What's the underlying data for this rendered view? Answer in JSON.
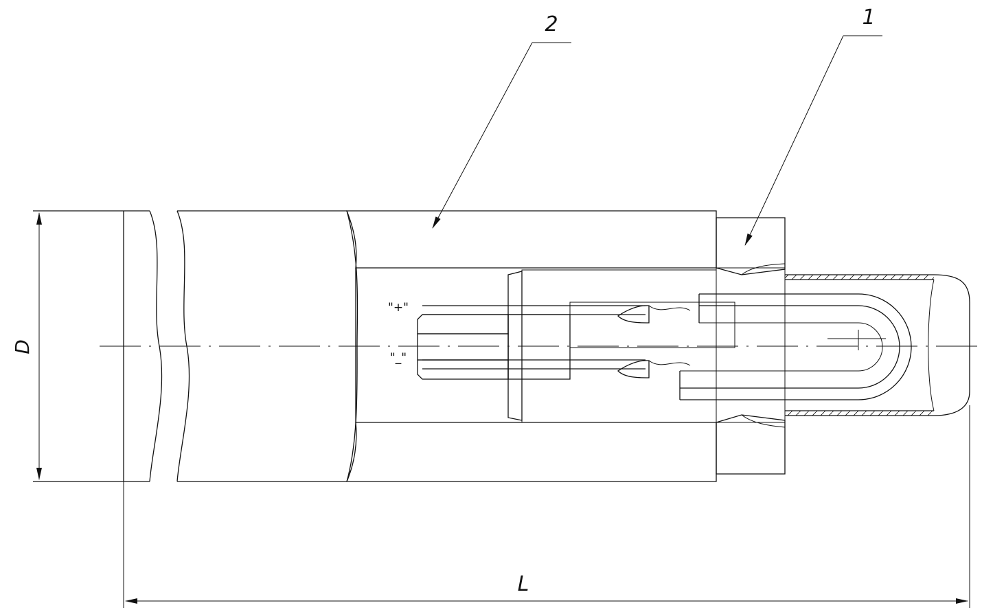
{
  "callouts": {
    "part_1": "1",
    "part_2": "2"
  },
  "dimensions": {
    "diameter": "D",
    "length": "L"
  },
  "polarity": {
    "positive": "\"+\"",
    "negative": "\"_\""
  },
  "colors": {
    "line": "#111111",
    "background": "#ffffff"
  }
}
